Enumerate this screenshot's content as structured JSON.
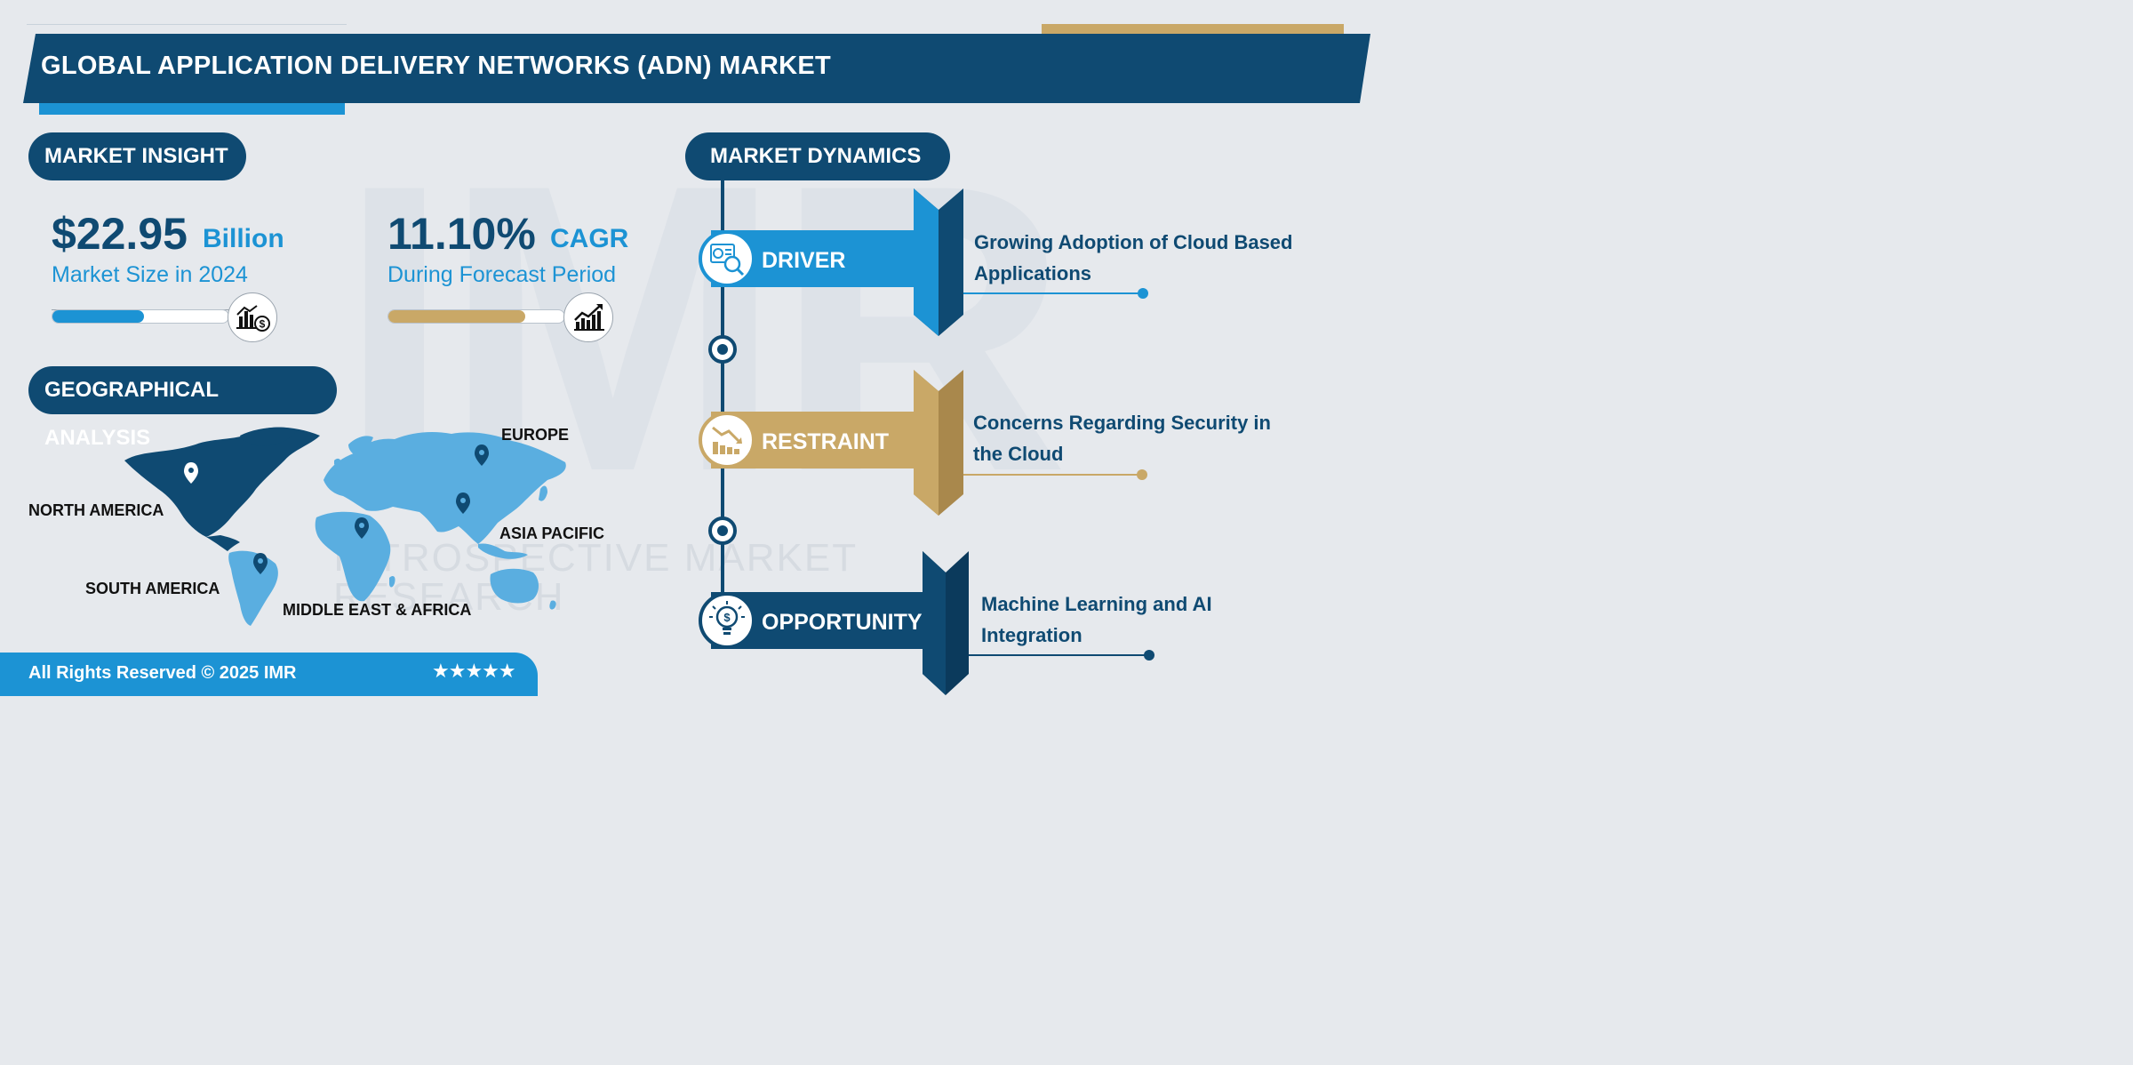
{
  "header": {
    "title": "GLOBAL APPLICATION DELIVERY NETWORKS (ADN) MARKET"
  },
  "watermark": {
    "letters": "IMR",
    "tagline": "INTROSPECTIVE MARKET RESEARCH"
  },
  "market_insight": {
    "heading": "MARKET INSIGHT",
    "size": {
      "value": "$22.95",
      "unit": "Billion",
      "caption": "Market Size in 2024",
      "bar_fill_fraction": 0.52,
      "icon": "chart-dollar-icon"
    },
    "cagr": {
      "value": "11.10%",
      "unit": "CAGR",
      "caption": "During Forecast Period",
      "bar_fill_fraction": 0.78,
      "icon": "growth-chart-icon"
    }
  },
  "geo": {
    "heading": "GEOGRAPHICAL ANALYSIS",
    "regions": [
      "NORTH AMERICA",
      "EUROPE",
      "ASIA PACIFIC",
      "SOUTH AMERICA",
      "MIDDLE EAST & AFRICA"
    ]
  },
  "dynamics": {
    "heading": "MARKET DYNAMICS",
    "items": [
      {
        "label": "DRIVER",
        "text_line1": "Growing Adoption of Cloud Based",
        "text_line2": "Applications",
        "icon": "analytics-search-icon",
        "color": "#1c93d4"
      },
      {
        "label": "RESTRAINT",
        "text_line1": "Concerns Regarding Security in",
        "text_line2": "the Cloud",
        "icon": "declining-chart-icon",
        "color": "#c9a867"
      },
      {
        "label": "OPPORTUNITY",
        "text_line1": "Machine Learning and AI",
        "text_line2": "Integration",
        "icon": "idea-dollar-icon",
        "color": "#0f4a72"
      }
    ]
  },
  "footer": {
    "copyright": "All Rights Reserved © 2025 IMR",
    "stars": "★★★★★"
  },
  "colors": {
    "navy": "#0f4a72",
    "blue": "#1c93d4",
    "gold": "#c9a867",
    "background": "#e6e9ed"
  }
}
